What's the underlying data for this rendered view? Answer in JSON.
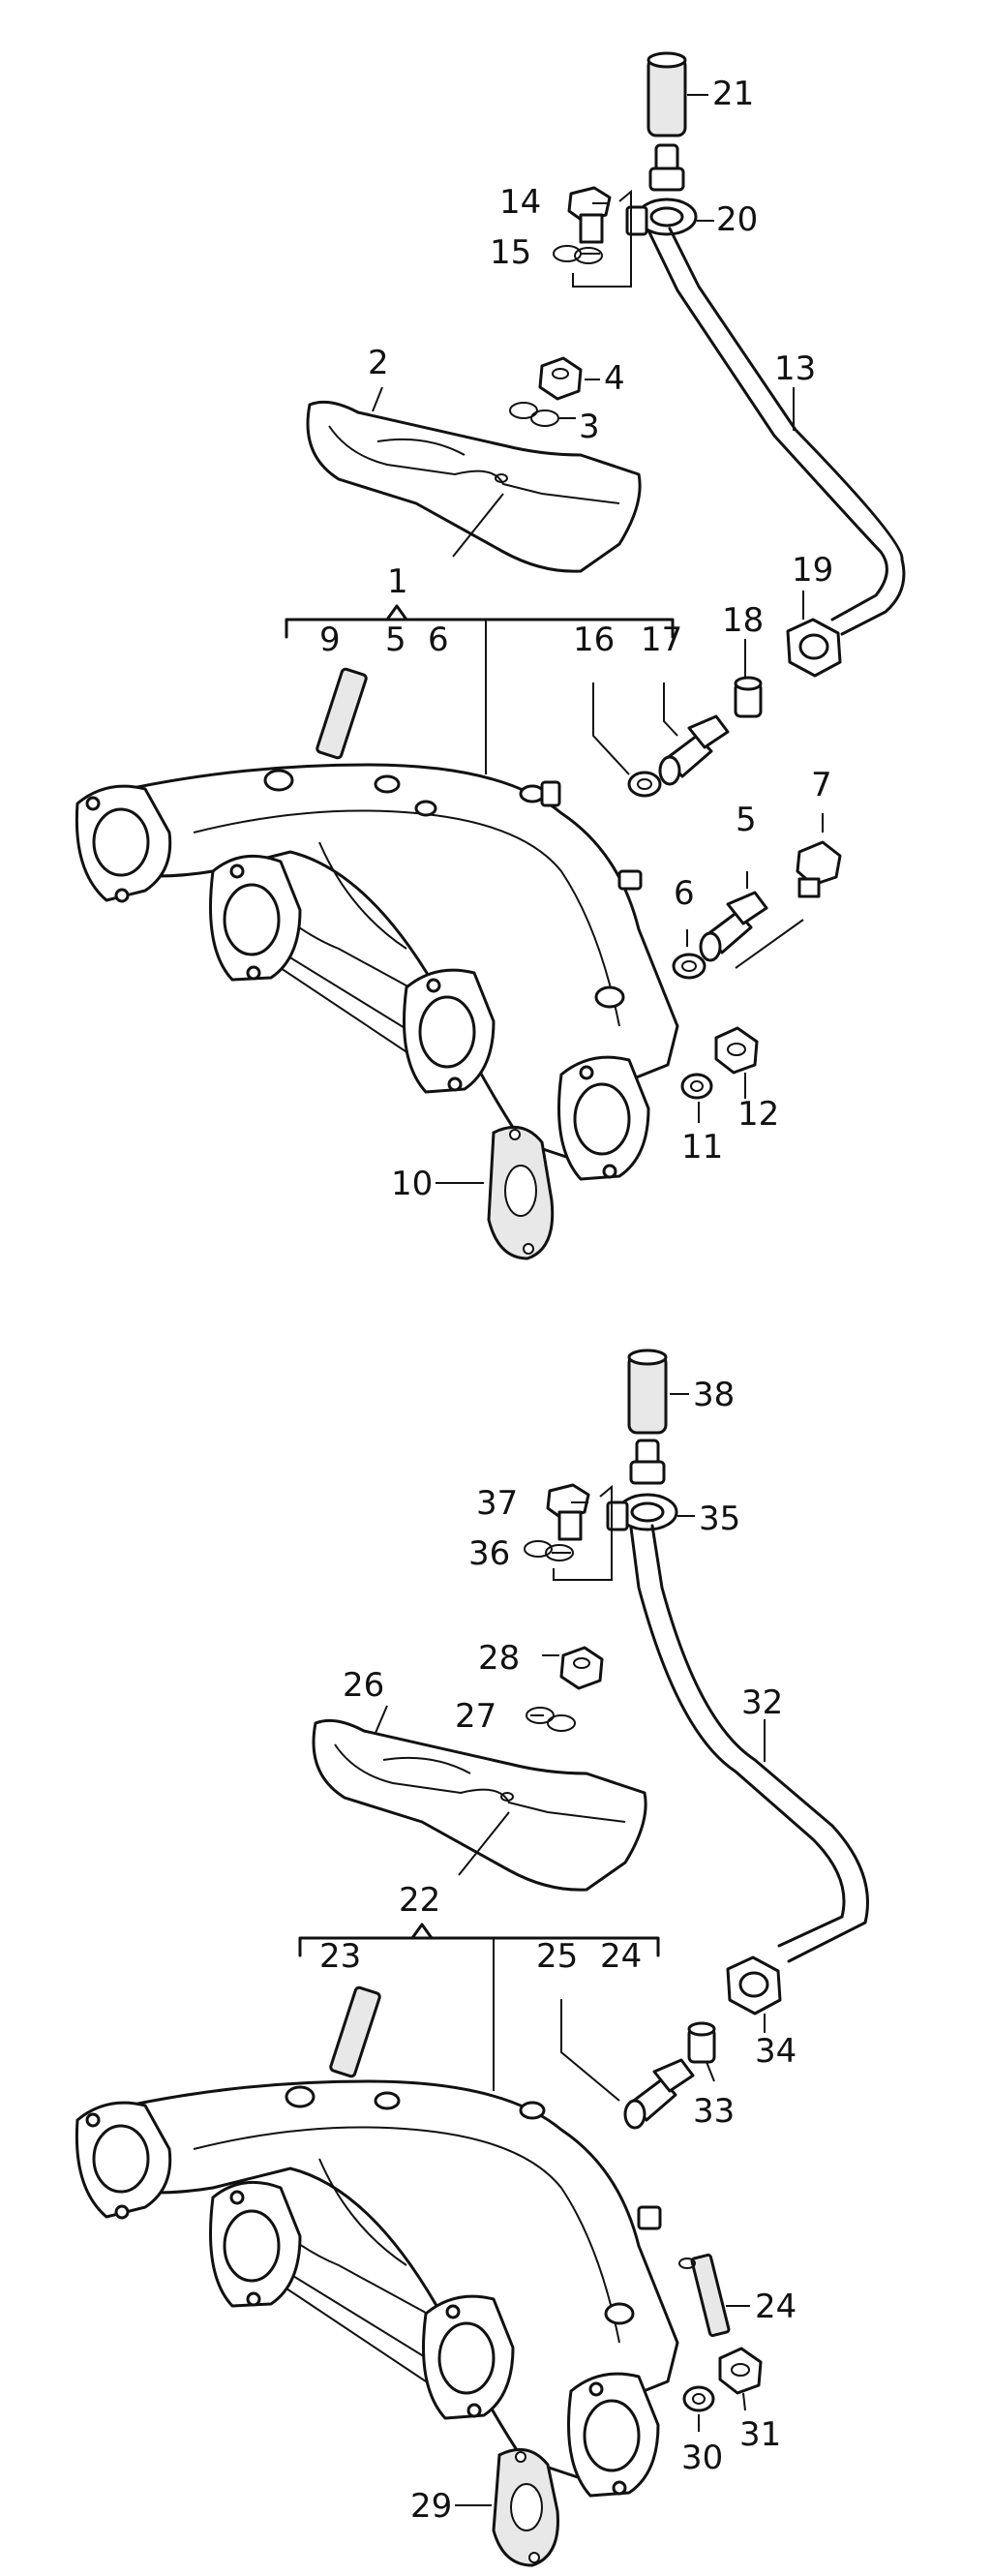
{
  "diagram": {
    "upper_assembly": {
      "callouts": {
        "c1": "1",
        "c2": "2",
        "c3": "3",
        "c4": "4",
        "c5a": "5",
        "c6a": "6",
        "c5b": "5",
        "c6b": "6",
        "c7": "7",
        "c9": "9",
        "c10": "10",
        "c11": "11",
        "c12": "12",
        "c13": "13",
        "c14": "14",
        "c15": "15",
        "c16": "16",
        "c17": "17",
        "c18": "18",
        "c19": "19",
        "c20": "20",
        "c21": "21"
      }
    },
    "lower_assembly": {
      "callouts": {
        "c22": "22",
        "c23": "23",
        "c24a": "24",
        "c24b": "24",
        "c25": "25",
        "c26": "26",
        "c27": "27",
        "c28": "28",
        "c29": "29",
        "c30": "30",
        "c31": "31",
        "c32": "32",
        "c33": "33",
        "c34": "34",
        "c35": "35",
        "c36": "36",
        "c37": "37",
        "c38": "38"
      }
    }
  }
}
